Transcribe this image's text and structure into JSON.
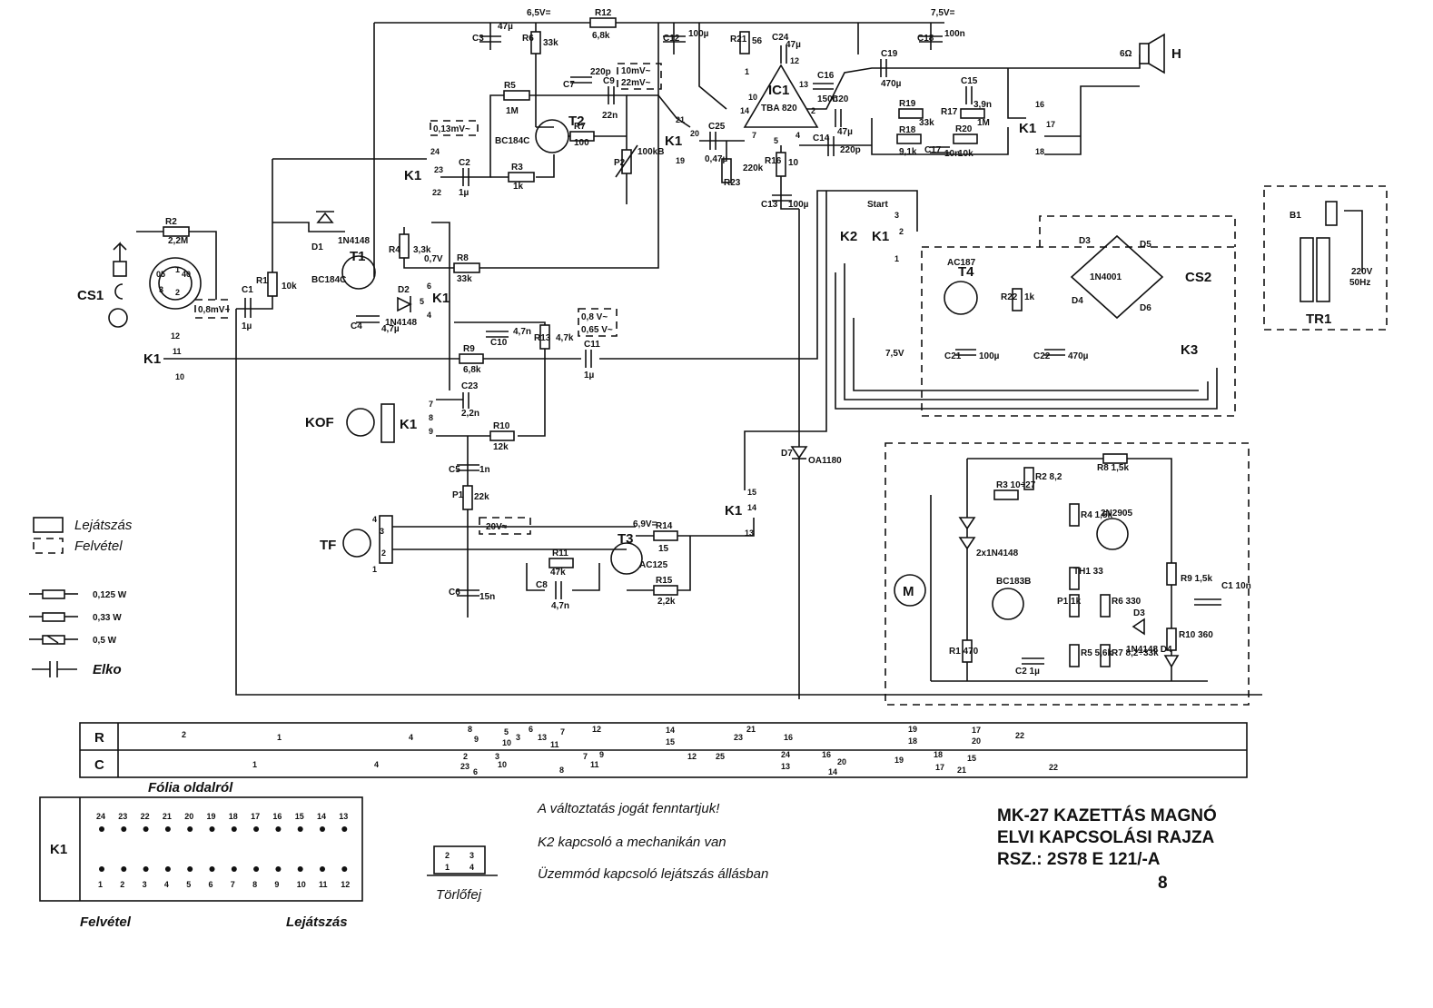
{
  "title": {
    "line1": "MK-27 KAZETTÁS MAGNÓ",
    "line2": "ELVI KAPCSOLÁSI RAJZA",
    "line3": "RSZ.: 2S78 E 121/-A",
    "page": "8"
  },
  "notes": [
    "A változtatás jogát fenntartjuk!",
    "K2 kapcsoló a mechanikán van",
    "Üzemmód kapcsoló lejátszás állásban"
  ],
  "legend": {
    "playback": "Lejátszás",
    "record": "Felvétel",
    "r0125": "0,125 W",
    "r033": "0,33 W",
    "r05": "0,5  W",
    "elko": "Elko"
  },
  "connectors": {
    "cs1": "CS1",
    "cs2": "CS2",
    "kof": "KOF",
    "tf": "TF",
    "h": "H",
    "speaker_ohm": "6Ω",
    "tr1": "TR1",
    "b1": "B1",
    "mains": "220V",
    "mains_freq": "50Hz",
    "start": "Start"
  },
  "components": [
    {
      "id": "r2",
      "name": "R2",
      "value": "2,2M"
    },
    {
      "id": "r1",
      "name": "R1",
      "value": "10k"
    },
    {
      "id": "c1",
      "name": "C1",
      "value": "1µ"
    },
    {
      "id": "d1",
      "name": "D1",
      "value": "1N4148"
    },
    {
      "id": "t1",
      "name": "T1",
      "value": "BC184C"
    },
    {
      "id": "c4",
      "name": "C4",
      "value": "4,7µ"
    },
    {
      "id": "d2",
      "name": "D2",
      "value": "1N4148"
    },
    {
      "id": "r4",
      "name": "R4",
      "value": "3,3k"
    },
    {
      "id": "r8",
      "name": "R8",
      "value": "33k"
    },
    {
      "id": "c2",
      "name": "C2",
      "value": "1µ"
    },
    {
      "id": "r3",
      "name": "R3",
      "value": "1k"
    },
    {
      "id": "r5",
      "name": "R5",
      "value": "1M"
    },
    {
      "id": "t2",
      "name": "T2",
      "value": "BC184C"
    },
    {
      "id": "r6",
      "name": "R6",
      "value": "33k"
    },
    {
      "id": "c3",
      "name": "C3",
      "value": "47µ"
    },
    {
      "id": "r12",
      "name": "R12",
      "value": "6,8k"
    },
    {
      "id": "c7",
      "name": "C7",
      "value": "220p"
    },
    {
      "id": "c9",
      "name": "C9",
      "value": "22n"
    },
    {
      "id": "r7",
      "name": "R7",
      "value": "100"
    },
    {
      "id": "p2",
      "name": "P2",
      "value": "100kB"
    },
    {
      "id": "c12",
      "name": "C12",
      "value": "100µ"
    },
    {
      "id": "c25",
      "name": "C25",
      "value": "0,47µ"
    },
    {
      "id": "r23",
      "name": "R23",
      "value": "220k"
    },
    {
      "id": "r21",
      "name": "R21",
      "value": "56"
    },
    {
      "id": "c24",
      "name": "C24",
      "value": "47µ"
    },
    {
      "id": "ic1",
      "name": "IC1",
      "value": "TBA 820"
    },
    {
      "id": "c16",
      "name": "C16",
      "value": "150n"
    },
    {
      "id": "c20",
      "name": "C20",
      "value": "47µ"
    },
    {
      "id": "c14",
      "name": "C14",
      "value": "220p"
    },
    {
      "id": "r16",
      "name": "R16",
      "value": "10"
    },
    {
      "id": "c13",
      "name": "C13",
      "value": "100µ"
    },
    {
      "id": "c19",
      "name": "C19",
      "value": "470µ"
    },
    {
      "id": "c18",
      "name": "C18",
      "value": "100n"
    },
    {
      "id": "r19",
      "name": "R19",
      "value": "33k"
    },
    {
      "id": "r17",
      "name": "R17",
      "value": "1M"
    },
    {
      "id": "c15",
      "name": "C15",
      "value": "3,9n"
    },
    {
      "id": "r18",
      "name": "R18",
      "value": "9,1k"
    },
    {
      "id": "c17",
      "name": "C17",
      "value": "10n"
    },
    {
      "id": "r20",
      "name": "R20",
      "value": "10k"
    },
    {
      "id": "c10",
      "name": "C10",
      "value": "4,7n"
    },
    {
      "id": "r13",
      "name": "R13",
      "value": "4,7k"
    },
    {
      "id": "c11",
      "name": "C11",
      "value": "1µ"
    },
    {
      "id": "r9",
      "name": "R9",
      "value": "6,8k"
    },
    {
      "id": "c23",
      "name": "C23",
      "value": "2,2n"
    },
    {
      "id": "r10",
      "name": "R10",
      "value": "12k"
    },
    {
      "id": "c5",
      "name": "C5",
      "value": "1n"
    },
    {
      "id": "p1",
      "name": "P1",
      "value": "22k"
    },
    {
      "id": "c6",
      "name": "C6",
      "value": "15n"
    },
    {
      "id": "r11",
      "name": "R11",
      "value": "47k"
    },
    {
      "id": "c8",
      "name": "C8",
      "value": "4,7n"
    },
    {
      "id": "t3",
      "name": "T3",
      "value": "AC125"
    },
    {
      "id": "r14",
      "name": "R14",
      "value": "15"
    },
    {
      "id": "r15",
      "name": "R15",
      "value": "2,2k"
    },
    {
      "id": "d7",
      "name": "D7",
      "value": "OA1180"
    },
    {
      "id": "t4",
      "name": "T4",
      "value": "AC187"
    },
    {
      "id": "r22",
      "name": "R22",
      "value": "1k"
    },
    {
      "id": "c21",
      "name": "C21",
      "value": "100µ"
    },
    {
      "id": "c22",
      "name": "C22",
      "value": "470µ"
    },
    {
      "id": "bridge",
      "name": "D3 D4 D5 D6",
      "value": "1N4001"
    }
  ],
  "levels": {
    "v65": "6,5V=",
    "v75": "7,5V=",
    "v69": "6,9V=",
    "v07": "0,7V",
    "u013": "0,13mV~",
    "u10": "10mV~",
    "u22": "22mV~",
    "u08": "0,8mV~",
    "u08v": "0,8 V~",
    "u065": "0,65 V~",
    "u20": "20V≈",
    "b75": "7,5V"
  },
  "motor_board": {
    "r8": "R8 1,5k",
    "r2": "R2 8,2",
    "r3": "R3 10÷27",
    "d1d2": "2x1N4148",
    "t2": "2N2905",
    "r4": "R4 1,5k",
    "th1": "TH1 33",
    "t1": "BC183B",
    "p1": "P1 1k",
    "r6": "R6 330",
    "d3": "D3",
    "r9": "R9 1,5k",
    "c1": "C1 10n",
    "r1": "R1 470",
    "c2": "C2 1µ",
    "r5": "R5 5,6k",
    "r7": "R7 8,2÷33k",
    "r10": "R10 360",
    "d4": "1N4148 D4"
  },
  "switch_table": {
    "rows": [
      {
        "label": "R",
        "cells": [
          "2",
          "1",
          "4",
          "8",
          "9",
          "5",
          "10",
          "3",
          "6",
          "13",
          "11",
          "7",
          "12",
          "14",
          "15",
          "23",
          "21",
          "16",
          "19",
          "18",
          "17",
          "20",
          "22"
        ]
      },
      {
        "label": "C",
        "cells": [
          "1",
          "4",
          "2",
          "23",
          "6",
          "3",
          "10",
          "7",
          "11",
          "9",
          "8",
          "12",
          "25",
          "24",
          "13",
          "16",
          "14",
          "20",
          "19",
          "18",
          "17",
          "15",
          "21",
          "22"
        ]
      }
    ]
  },
  "k1_table": {
    "caption": "Fólia oldalról",
    "label": "K1",
    "top": [
      "24",
      "23",
      "22",
      "21",
      "20",
      "19",
      "18",
      "17",
      "16",
      "15",
      "14",
      "13"
    ],
    "bottom": [
      "1",
      "2",
      "3",
      "4",
      "5",
      "6",
      "7",
      "8",
      "9",
      "10",
      "11",
      "12"
    ],
    "left_footer": "Felvétel",
    "right_footer": "Lejátszás"
  },
  "erase_head": {
    "label": "Törlőfej",
    "pins": [
      "2",
      "3",
      "1",
      "4"
    ]
  }
}
